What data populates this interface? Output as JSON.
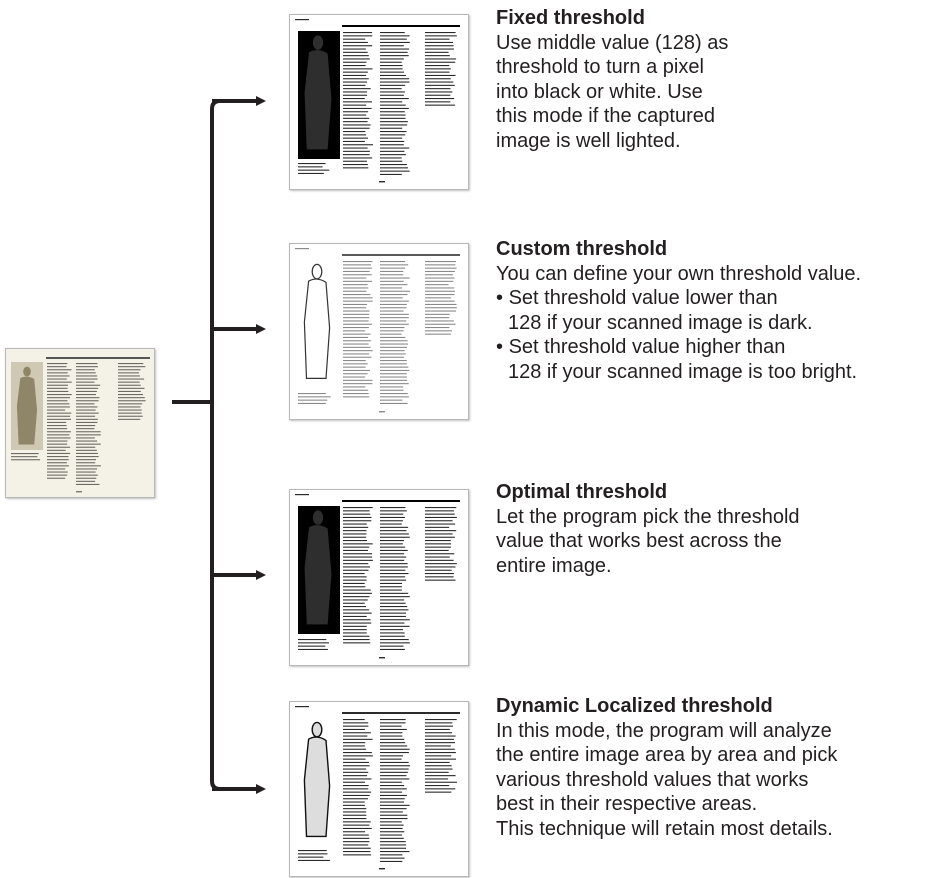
{
  "colors": {
    "connector": "#231f20",
    "text": "#231f20",
    "original_tint": "#cfc8b3"
  },
  "source": {
    "icon": "scanned-page-thumbnail"
  },
  "modes": [
    {
      "icon": "fixed-threshold-result-thumbnail",
      "title": "Fixed threshold",
      "lines": [
        "Use middle value (128) as",
        "threshold to turn a pixel",
        "into black or white. Use",
        "this mode if the captured",
        "image is well lighted."
      ],
      "bullets": []
    },
    {
      "icon": "custom-threshold-result-thumbnail",
      "title": "Custom threshold",
      "lines": [
        "You can define your own threshold value."
      ],
      "bullets": [
        [
          "Set threshold value lower than",
          "128 if your scanned image is dark."
        ],
        [
          "Set threshold value higher than",
          "128 if your scanned image is too  bright."
        ]
      ]
    },
    {
      "icon": "optimal-threshold-result-thumbnail",
      "title": "Optimal threshold",
      "lines": [
        "Let the program pick the threshold",
        "value that works best across the",
        "entire image."
      ],
      "bullets": []
    },
    {
      "icon": "dynamic-localized-threshold-result-thumbnail",
      "title": "Dynamic Localized threshold",
      "lines": [
        "In this mode, the program will analyze",
        "the entire image area by area and pick",
        "various threshold values that works",
        "best in their respective areas.",
        "This technique will retain most details."
      ],
      "bullets": []
    }
  ]
}
